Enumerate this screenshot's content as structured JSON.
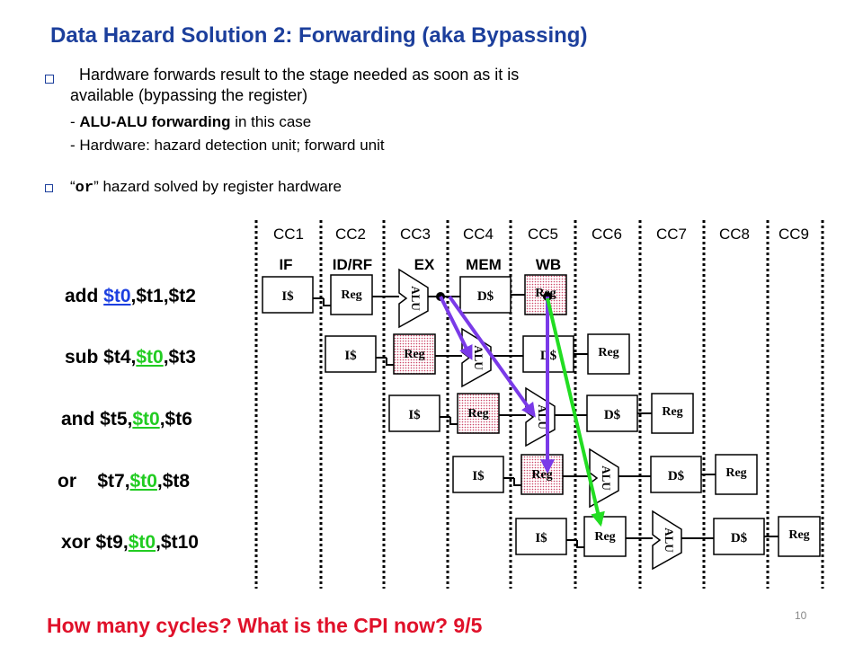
{
  "title": "Data Hazard Solution 2: Forwarding (aka Bypassing)",
  "bullets": {
    "b1_line1": "Hardware forwards result to the stage needed as soon as it is",
    "b1_line2": "available (bypassing the register)",
    "b1_line3_prefix": "- ",
    "b1_line3_bold": "ALU-ALU forwarding",
    "b1_line3_rest": " in this case",
    "b1_line4": "- Hardware: hazard detection unit; forward unit",
    "b2_open": "“",
    "b2_code": "or",
    "b2_close": "”",
    "b2_rest": " hazard solved by register hardware"
  },
  "clock_cycles": [
    "CC1",
    "CC2",
    "CC3",
    "CC4",
    "CC5",
    "CC6",
    "CC7",
    "CC8",
    "CC9"
  ],
  "stages": [
    "IF",
    "ID/RF",
    "EX",
    "MEM",
    "WB"
  ],
  "instructions": [
    {
      "op": "add ",
      "a": "$t0",
      "b": ",$t1,$t2"
    },
    {
      "op": "sub $t4,",
      "a": "$t0",
      "b": ",$t3"
    },
    {
      "op": "and $t5,",
      "a": "$t0",
      "b": ",$t6"
    },
    {
      "op": "or    $t7,",
      "a": "$t0",
      "b": ",$t8"
    },
    {
      "op": "xor $t9,",
      "a": "$t0",
      "b": ",$t10"
    }
  ],
  "pipeline_labels": {
    "imem": "I$",
    "reg": "Reg",
    "dmem": "D$",
    "alu": "ALU"
  },
  "question": "How many cycles? What is the CPI now?  9/5",
  "page_number": "10",
  "colors": {
    "title": "#1c3f9c",
    "question": "#e0112a",
    "forward_alu": "#7a3ae8",
    "forward_reg": "#22dd22",
    "reg_written": "#1c3fe0",
    "reg_read": "#22cc22"
  }
}
